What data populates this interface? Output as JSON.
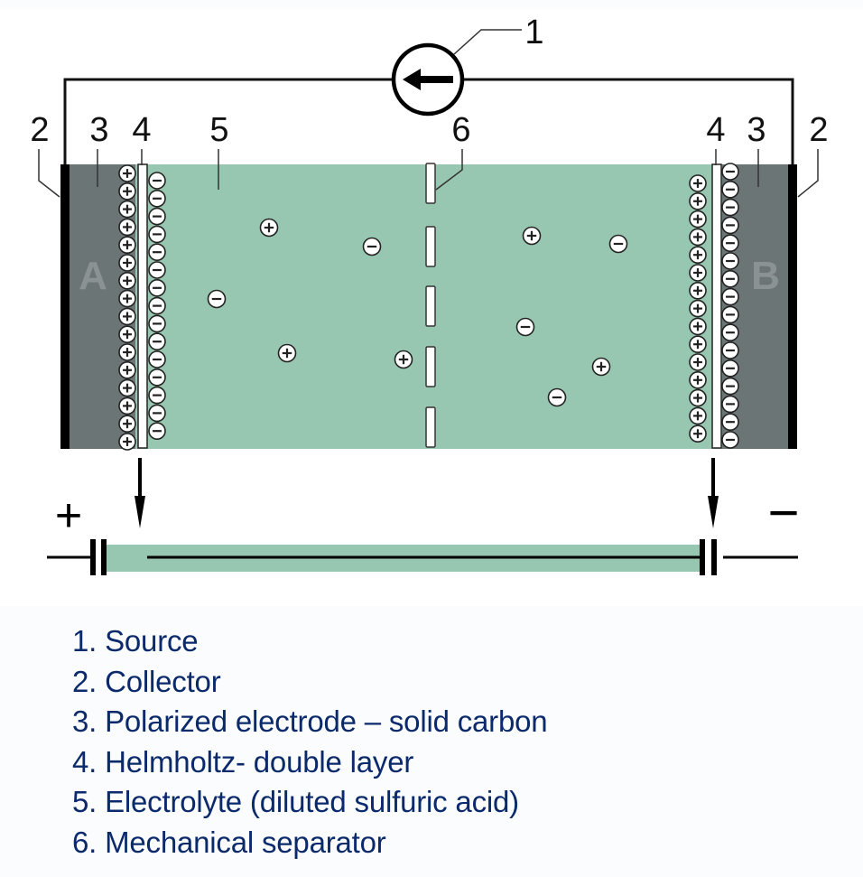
{
  "diagram": {
    "title_type": "Electric double-layer capacitor (supercapacitor) schematic",
    "colors": {
      "electrolyte": "#98c7b1",
      "electrode": "#6c7576",
      "collector": "#000000",
      "wire": "#111111",
      "electrode_letter": "#8b9293",
      "legend_text": "#0b2a6b",
      "ion_fill": "#ffffff"
    },
    "callouts": {
      "source": "1",
      "collector_left": "2",
      "electrode_left": "3",
      "double_layer_left": "4",
      "electrolyte": "5",
      "separator": "6",
      "double_layer_right": "4",
      "electrode_right": "3",
      "collector_right": "2"
    },
    "electrode_labels": {
      "left": "A",
      "right": "B"
    },
    "polarity": {
      "left": "+",
      "right": "−"
    },
    "source_icon": "current-source-arrow-left",
    "ion_glyphs": {
      "positive": "+",
      "negative": "−"
    },
    "double_layer": {
      "left_electrode_charges": {
        "sign": "+",
        "count": 16
      },
      "left_electrolyte_charges": {
        "sign": "−",
        "count": 15
      },
      "right_electrolyte_charges": {
        "sign": "+",
        "count": 15
      },
      "right_electrode_charges": {
        "sign": "−",
        "count": 16
      }
    },
    "free_ions": [
      {
        "sign": "+",
        "region": "left"
      },
      {
        "sign": "−",
        "region": "left"
      },
      {
        "sign": "−",
        "region": "left"
      },
      {
        "sign": "+",
        "region": "left"
      },
      {
        "sign": "+",
        "region": "left"
      },
      {
        "sign": "+",
        "region": "right"
      },
      {
        "sign": "−",
        "region": "right"
      },
      {
        "sign": "−",
        "region": "right"
      },
      {
        "sign": "+",
        "region": "right"
      },
      {
        "sign": "−",
        "region": "right"
      }
    ],
    "separator_segments": 5
  },
  "legend": {
    "items": [
      "1. Source",
      "2. Collector",
      "3. Polarized electrode – solid carbon",
      "4. Helmholtz- double layer",
      "5. Electrolyte (diluted sulfuric acid)",
      "6. Mechanical separator"
    ]
  }
}
